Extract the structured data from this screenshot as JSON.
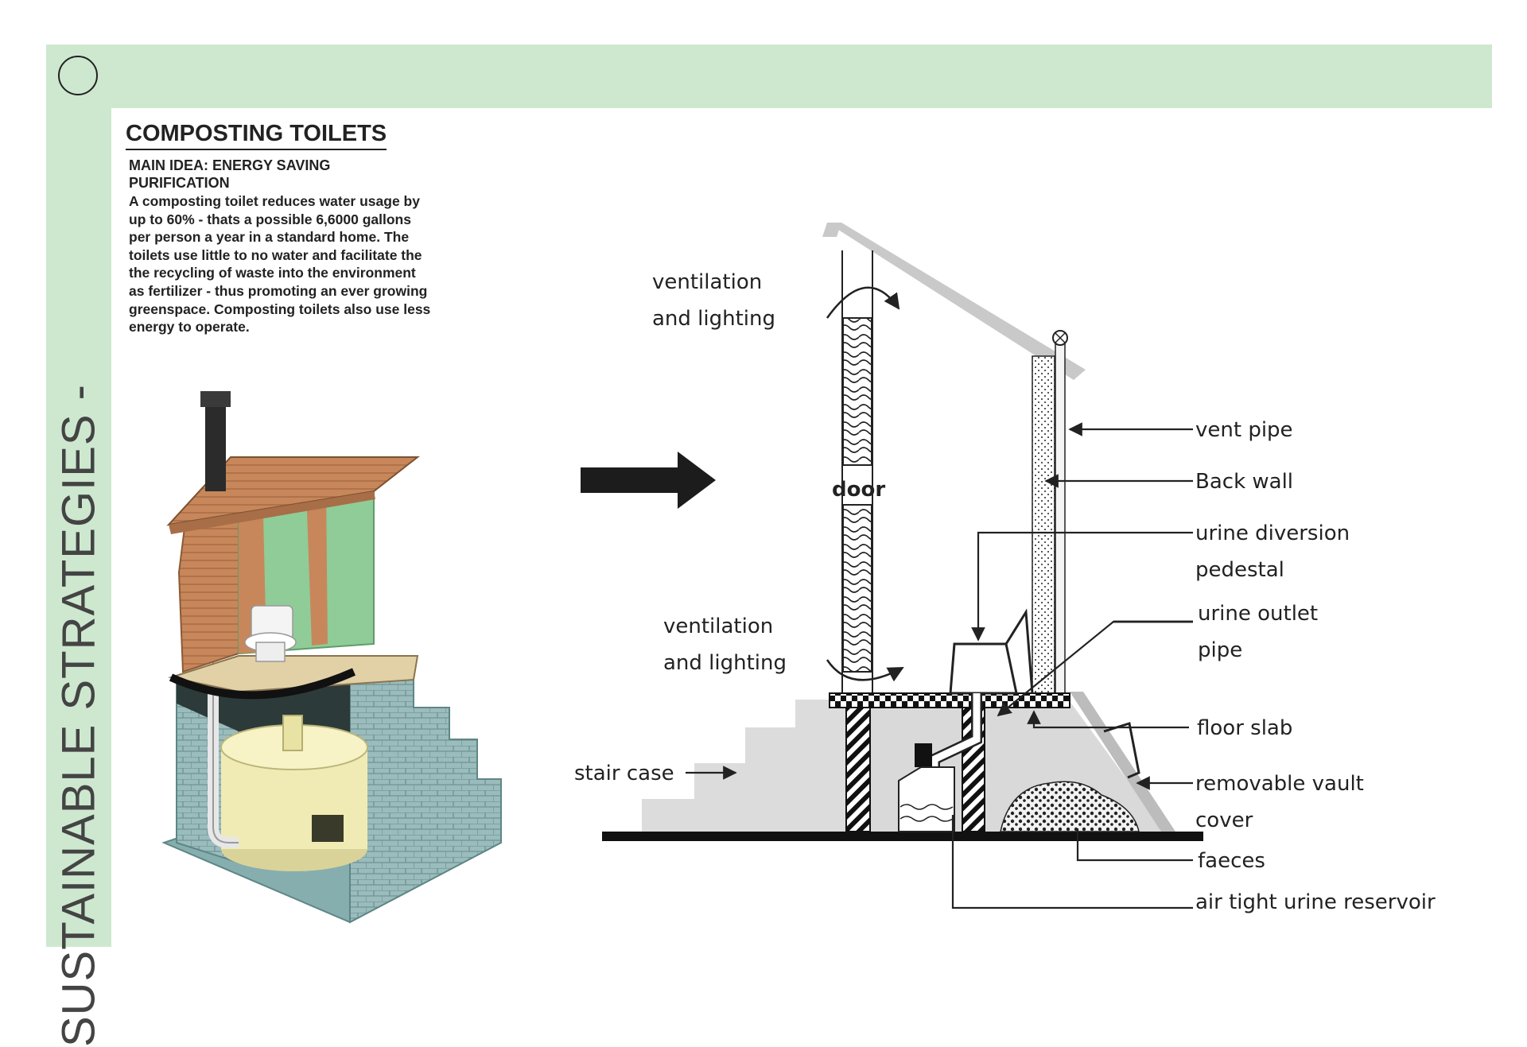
{
  "side_title": "SUSTAINABLE STRATEGIES -",
  "heading": "COMPOSTING TOILETS",
  "main_idea": "MAIN IDEA: ENERGY SAVING PURIFICATION",
  "description": "A composting toilet reduces water usage by up to 60% - thats a possible 6,6000 gallons per person a year in a standard home. The toilets use little to no water and facilitate the the recycling of waste into the environment as fertilizer - thus promoting an ever growing greenspace. Composting toilets also use less energy to operate.",
  "diagram_labels": {
    "ventilation_top": [
      "ventilation",
      "and lighting"
    ],
    "ventilation_bottom": [
      "ventilation",
      "and lighting"
    ],
    "door": "door",
    "stair_case": "stair case",
    "vent_pipe": "vent pipe",
    "back_wall": "Back wall",
    "urine_diversion_pedestal": [
      "urine diversion",
      "pedestal"
    ],
    "urine_outlet_pipe": [
      "urine outlet",
      "pipe"
    ],
    "floor_slab": "floor slab",
    "removable_vault_cover": [
      "removable vault",
      "cover"
    ],
    "faeces": "faeces",
    "air_tight_urine_reservoir": "air tight urine reservoir"
  },
  "colors": {
    "accent_green": "#cde8cf",
    "cabin_wall_green": "#8fcc98",
    "vault_yellow": "#f0ebb4",
    "block_teal": "#9bbcbc",
    "roof_wood": "#c7875a"
  }
}
